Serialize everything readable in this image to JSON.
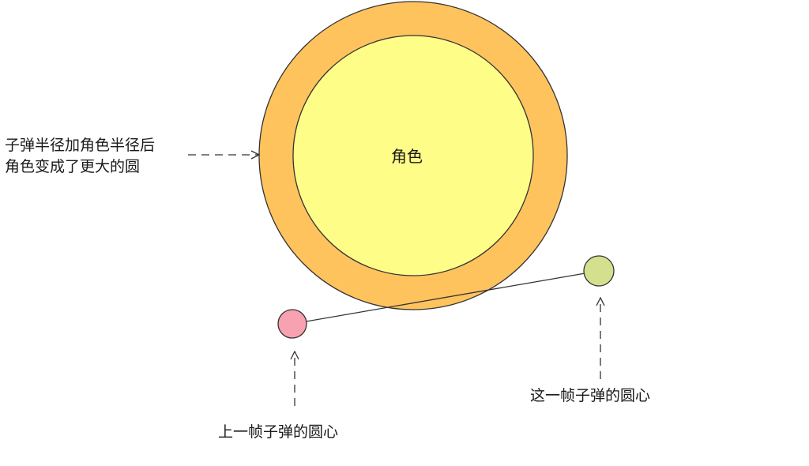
{
  "diagram": {
    "annotation_outer": [
      "子弹半径加角色半径后",
      "角色变成了更大的圆"
    ],
    "role_label": "角色",
    "current_center_label": "这一帧子弹的圆心",
    "prev_center_label": "上一帧子弹的圆心"
  },
  "colors": {
    "outer_circle": "#FFC35E",
    "inner_circle": "#FEFD87",
    "prev_bullet": "#F7A1B1",
    "current_bullet": "#D4E08D",
    "stroke": "#333333"
  }
}
